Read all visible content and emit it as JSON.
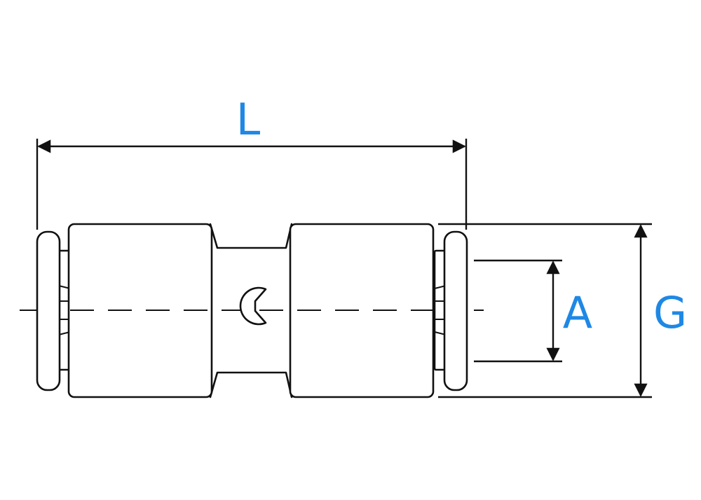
{
  "labels": {
    "length": "L",
    "inner": "A",
    "outer": "G"
  },
  "colors": {
    "label": "#1e88e5",
    "line": "#111111",
    "background": "#ffffff"
  }
}
